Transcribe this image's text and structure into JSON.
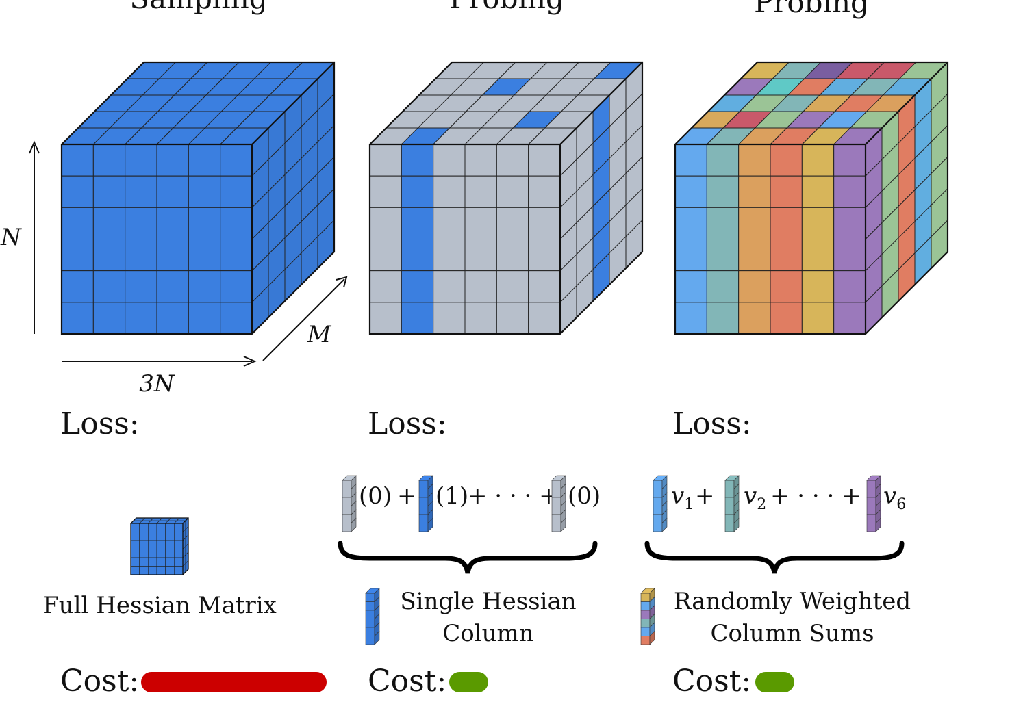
{
  "panels": [
    {
      "heading": "Sampling",
      "loss_label": "Loss:",
      "item_label": "Full Hessian Matrix",
      "cost_label": "Cost:",
      "cost_color": "#cc0000",
      "cost_level": 1.0
    },
    {
      "heading": "Probing",
      "loss_label": "Loss:",
      "item_label_lines": [
        "Single Hessian",
        "Column"
      ],
      "cost_label": "Cost:",
      "cost_color": "#5a9a00",
      "cost_level": 0.21,
      "equation": {
        "terms": [
          "(0)",
          "+",
          "(1)",
          "+ · · · +",
          "(0)"
        ]
      }
    },
    {
      "heading": "Probing",
      "loss_label": "Loss:",
      "item_label_lines": [
        "Randomly Weighted",
        "Column Sums"
      ],
      "cost_label": "Cost:",
      "cost_color": "#5a9a00",
      "cost_level": 0.21,
      "equation": {
        "terms": [
          {
            "base": "v",
            "sub": "1"
          },
          "+",
          {
            "base": "v",
            "sub": "2"
          },
          "+ · · · +",
          {
            "base": "v",
            "sub": "6"
          }
        ]
      }
    }
  ],
  "axes": {
    "height": "N",
    "width": "3N",
    "depth": "M"
  },
  "colors": {
    "blue": "#3b7fe0",
    "gray": "#b7bfcb",
    "palette": [
      "#64a9ee",
      "#82b6b7",
      "#dba05e",
      "#e07d62",
      "#d7b55a",
      "#9b79bb",
      "#9bc496",
      "#61aee0",
      "#d8a95c",
      "#7a5ea0",
      "#c9596a",
      "#5fc9c6"
    ]
  }
}
